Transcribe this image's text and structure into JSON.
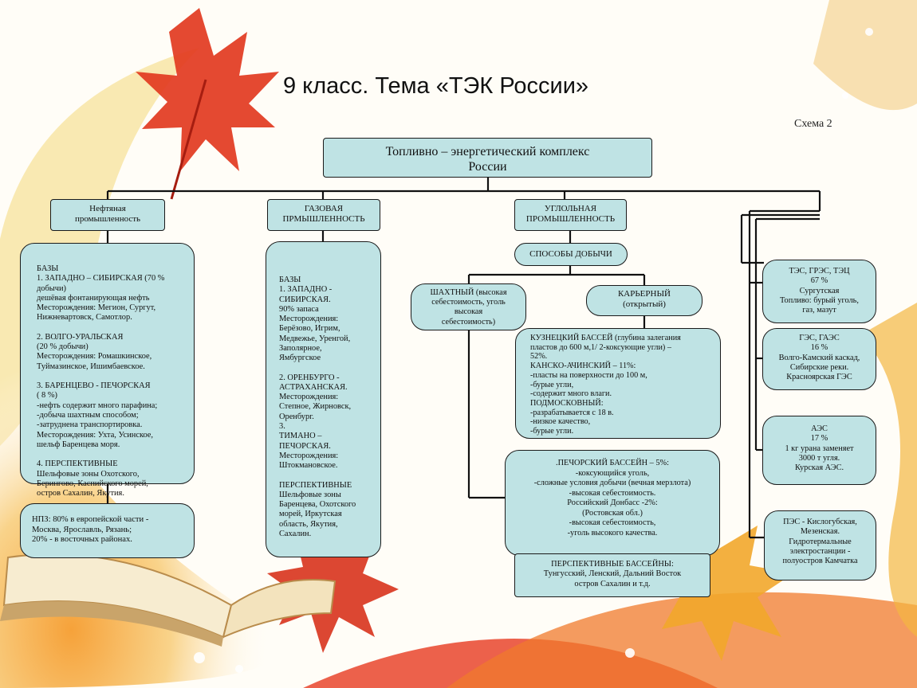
{
  "title": "9 класс. Тема «ТЭК России»",
  "schema_label": "Схема 2",
  "root": "Топливно – энергетический комплекс\nРоссии",
  "oil": {
    "header": "Нефтяная\nпромышленность",
    "body": "БАЗЫ\n1. ЗАПАДНО – СИБИРСКАЯ (70 %\nдобычи)\nдешёвая фонтанирующая нефть\nМесторождения: Мегион, Сургут,\nНижневартовск, Самотлор.\n\n2. ВОЛГО-УРАЛЬСКАЯ\n(20 % добычи)\nМесторождения: Ромашкинское,\nТуймазинское, Ишимбаевское.\n\n3. БАРЕНЦЕВО - ПЕЧОРСКАЯ\n( 8 %)\n-нефть содержит много парафина;\n-добыча шахтным способом;\n-затруднена транспортировка.\nМесторождения: Ухта, Усинское,\nшельф Баренцева моря.\n\n4. ПЕРСПЕКТИВНЫЕ\nШельфовые зоны Охотского,\nБерингово, Каспийского морей,\nостров Сахалин, Якутия.",
    "npz": "НПЗ: 80% в европейской части -\nМосква, Ярославль, Рязань;\n20% - в восточных районах."
  },
  "gas": {
    "header": "ГАЗОВАЯ\nПРМЫШЛЕННОСТЬ",
    "body": "БАЗЫ\n1. ЗАПАДНО -\nСИБИРСКАЯ.\n90% запаса\nМесторождения:\nБерёзово, Игрим,\nМедвежье, Уренгой,\nЗаполярное,\nЯмбургское\n\n2. ОРЕНБУРГО -\nАСТРАХАНСКАЯ.\nМесторождения:\nСтепное, Жирновск,\nОренбург.\n3.\nТИМАНО –\nПЕЧОРСКАЯ.\nМесторождения:\nШтокмановское.\n\nПЕРСПЕКТИВНЫЕ\nШельфовые зоны\nБаренцева, Охотского\nморей, Иркутская\nобласть, Якутия,\nСахалин."
  },
  "coal": {
    "header": "УГЛОЛЬНАЯ\nПРОМЫШЛЕННОСТЬ",
    "methods": "СПОСОБЫ ДОБЫЧИ",
    "shaft": "ШАХТНЫЙ (высокая\nсебестоимость, уголь\nвысокая\nсебестоимость)",
    "open_pit": "КАРЬЕРНЫЙ\n(открытый)",
    "kuznetsk": "КУЗНЕЦКИЙ БАССЕЙ (глубина залегания\nпластов до 600 м,1/ 2-коксующие угли) –\n52%.\nКАНСКО-АЧИНСКИЙ – 11%:\n-пласты на поверхности до 100 м,\n-бурые угли,\n-содержит много влаги.\nПОДМОСКОВНЫЙ:\n-разрабатывается с 18 в.\n-низкое качество,\n-бурые угли.",
    "pechora": ".ПЕЧОРСКИЙ БАССЕЙН – 5%:\n-коксующийся уголь,\n-сложные условия добычи (вечная мерзлота)\n-высокая себестоимость.\nРоссийский Донбасс -2%:\n(Ростовская обл.)\n-высокая себестоимость,\n-уголь высокого качества.",
    "prospective": "ПЕРСПЕКТИВНЫЕ БАССЕЙНЫ:\nТунгусский, Ленский, Дальний Восток\nостров Сахалин и т.д."
  },
  "power": {
    "tes": "ТЭС, ГРЭС, ТЭЦ\n67 %\nСургутская\nТопливо: бурый уголь,\nгаз, мазут",
    "ges": "ГЭС, ГАЭС\n16 %\nВолго-Камский каскад,\nСибирские реки.\nКрасноярская ГЭС",
    "aes": "АЭС\n17 %\n1 кг урана заменяет\n3000 т угля.\nКурская АЭС.",
    "pes": "ПЭС - Кислогубская,\nМезенская.\nГидротермальные\nэлектростанции -\nполуостров Камчатка"
  },
  "colors": {
    "box_fill": "#bfe3e4",
    "line": "#111111"
  }
}
